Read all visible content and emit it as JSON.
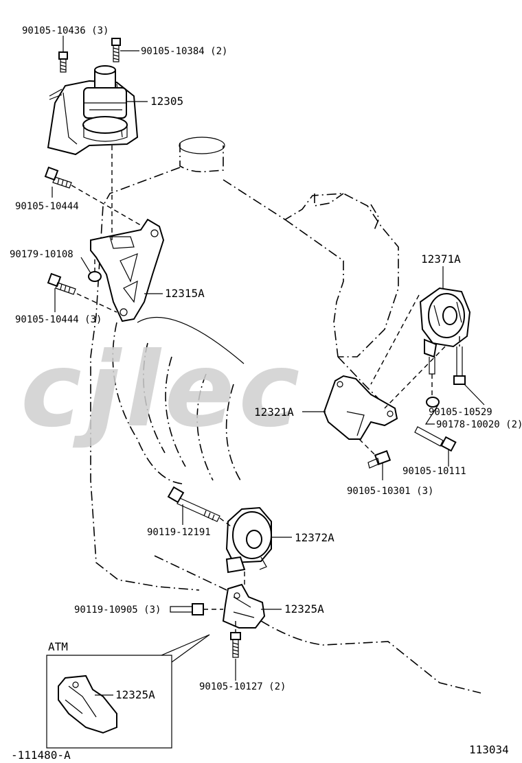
{
  "watermark": "cjlec",
  "labels": {
    "bolt_10436": "90105-10436 (3)",
    "bolt_10384": "90105-10384 (2)",
    "mount_12305": "12305",
    "bolt_10444_top": "90105-10444",
    "nut_10108": "90179-10108",
    "bracket_12315a": "12315A",
    "bolt_10444_bottom": "90105-10444 (3)",
    "mount_12371a": "12371A",
    "bracket_12321a": "12321A",
    "bolt_10529": "90105-10529",
    "nut_10020": "90178-10020 (2)",
    "bolt_10111": "90105-10111",
    "bolt_10301": "90105-10301 (3)",
    "bolt_12191": "90119-12191",
    "mount_12372a": "12372A",
    "bolt_10905": "90119-10905 (3)",
    "bracket_12325a": "12325A",
    "bolt_10127": "90105-10127 (2)",
    "atm_title": "ATM",
    "atm_part": "12325A",
    "ref_bottom_left": "-111480-A",
    "ref_bottom_right": "113034"
  }
}
